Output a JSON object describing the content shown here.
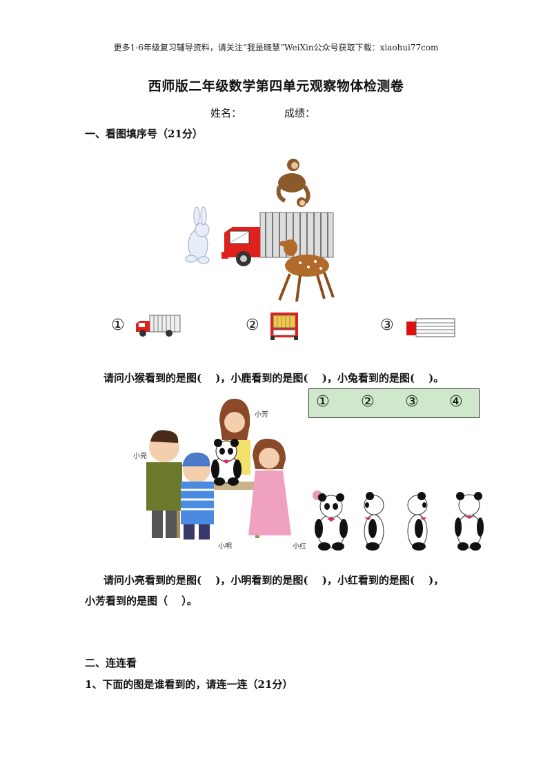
{
  "header_note": "更多1-6年级复习辅导资料，请关注“我是晓慧”WeiXin公众号获取下载：xiaohui77com",
  "title": "西师版二年级数学第四单元观察物体检测卷",
  "name_label": "姓名：",
  "score_label": "成绩：",
  "section1": {
    "heading": "一、看图填序号（21分）",
    "options": [
      "①",
      "②",
      "③"
    ],
    "question": "请问小猴看到的是图(　 )，小鹿看到的是图(　 )，小兔看到的是图(　 )。"
  },
  "panda_part": {
    "choices": [
      "①",
      "②",
      "③",
      "④"
    ],
    "labels": {
      "xiaofang": "小芳",
      "xiaoliang": "小亮",
      "xiaoming": "小明",
      "xiaohong": "小红"
    },
    "question_line1": "请问小亮看到的是图(　 )，小明看到的是图(　 )，小红看到的是图(　 )，",
    "question_line2": "小芳看到的是图（　 ）。"
  },
  "section2": {
    "heading": "二、连连看",
    "sub": "1、下面的图是谁看到的，请连一连（21分）"
  }
}
